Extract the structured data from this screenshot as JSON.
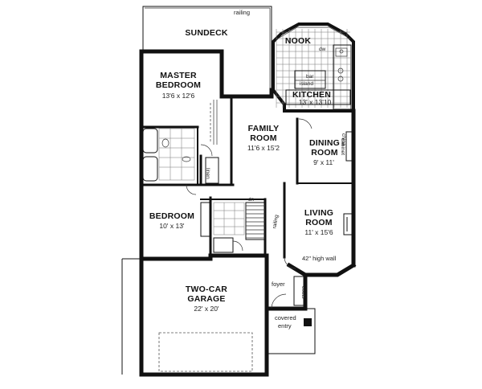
{
  "rooms": {
    "sundeck": {
      "name": "SUNDECK"
    },
    "nook": {
      "name": "NOOK"
    },
    "kitchen": {
      "name": "KITCHEN",
      "dims": "13' x 13'10"
    },
    "master_bedroom": {
      "name_line1": "MASTER",
      "name_line2": "BEDROOM",
      "dims": "13'6 x 12'6"
    },
    "family_room": {
      "name_line1": "FAMILY",
      "name_line2": "ROOM",
      "dims": "11'6 x 15'2"
    },
    "dining_room": {
      "name_line1": "DINING",
      "name_line2": "ROOM",
      "dims": "9' x 11'"
    },
    "bedroom": {
      "name": "BEDROOM",
      "dims": "10' x 13'"
    },
    "living_room": {
      "name_line1": "LIVING",
      "name_line2": "ROOM",
      "dims": "11' x 15'6"
    },
    "garage": {
      "name_line1": "TWO-CAR",
      "name_line2": "GARAGE",
      "dims": "22' x 20'"
    }
  },
  "labels": {
    "railing_top": "railing",
    "railing_stair": "railing",
    "bar": "bar",
    "island": "island",
    "dw": "dw",
    "china_cabinet_1": "china",
    "china_cabinet_2": "cabinet",
    "linen": "linen",
    "dn": "dn",
    "wall_note": "42\" high wall",
    "foyer": "foyer",
    "coats": "coats",
    "covered_entry_1": "covered",
    "covered_entry_2": "entry"
  }
}
